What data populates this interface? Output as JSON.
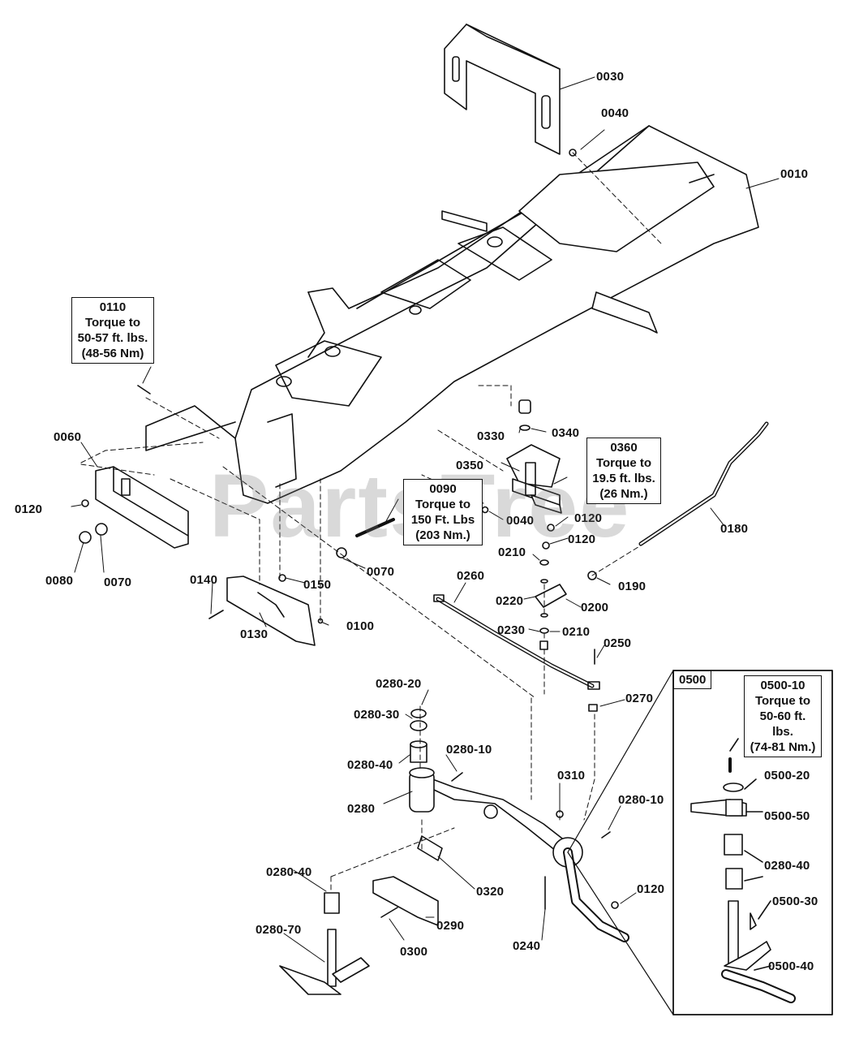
{
  "watermark": {
    "text": "PartsTree",
    "mark": "™"
  },
  "callouts": {
    "c0110": [
      "0110",
      "Torque to",
      "50-57 ft. lbs.",
      "(48-56 Nm)"
    ],
    "c0090": [
      "0090",
      "Torque to",
      "150 Ft. Lbs",
      "(203 Nm.)"
    ],
    "c0360": [
      "0360",
      "Torque to",
      "19.5 ft. lbs.",
      "(26 Nm.)"
    ],
    "c0500_10": [
      "0500-10",
      "Torque to",
      "50-60 ft. lbs.",
      "(74-81 Nm.)"
    ]
  },
  "inset": {
    "tag": "0500"
  },
  "labels": {
    "l0030": "0030",
    "l0040a": "0040",
    "l0010": "0010",
    "l0060": "0060",
    "l0120a": "0120",
    "l0080": "0080",
    "l0070a": "0070",
    "l0140": "0140",
    "l0150": "0150",
    "l0100": "0100",
    "l0130": "0130",
    "l0070b": "0070",
    "l0330": "0330",
    "l0340": "0340",
    "l0350": "0350",
    "l0040b": "0040",
    "l0120b": "0120",
    "l0120c": "0120",
    "l0180": "0180",
    "l0210a": "0210",
    "l0260": "0260",
    "l0190": "0190",
    "l0220": "0220",
    "l0200": "0200",
    "l0230": "0230",
    "l0210b": "0210",
    "l0250": "0250",
    "l0270": "0270",
    "l0280_20": "0280-20",
    "l0280_30": "0280-30",
    "l0280_10a": "0280-10",
    "l0280_40a": "0280-40",
    "l0280": "0280",
    "l0310": "0310",
    "l0280_10b": "0280-10",
    "l0320": "0320",
    "l0280_40b": "0280-40",
    "l0280_70": "0280-70",
    "l0290": "0290",
    "l0300": "0300",
    "l0240": "0240",
    "l0120d": "0120",
    "l0500_20": "0500-20",
    "l0500_50": "0500-50",
    "l0280_40c": "0280-40",
    "l0500_30": "0500-30",
    "l0500_40": "0500-40"
  }
}
